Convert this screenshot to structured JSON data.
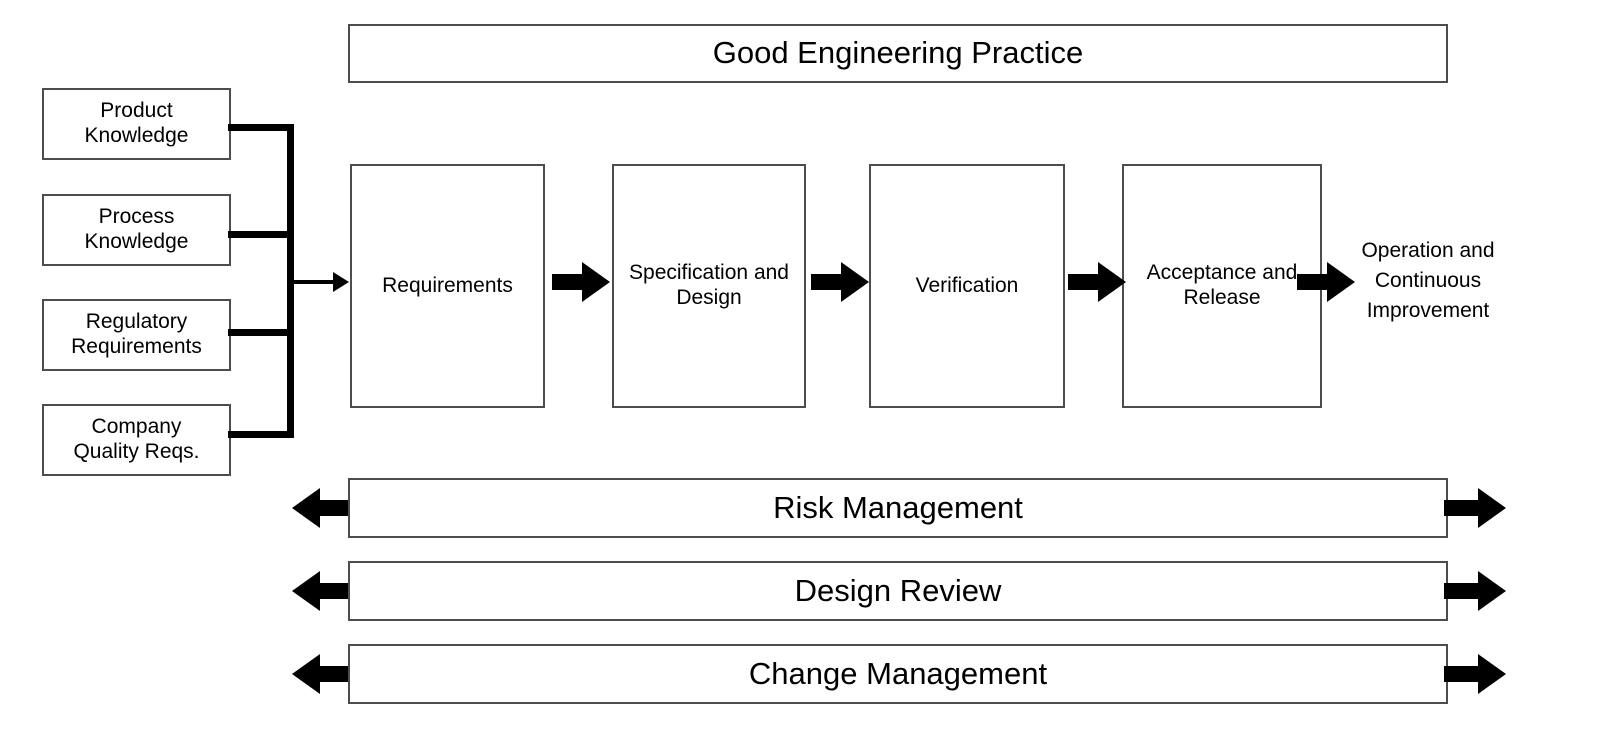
{
  "diagram": {
    "title": "Good Engineering Practice",
    "header_banner": {
      "label": "Good Engineering Practice"
    },
    "inputs": [
      {
        "line1": "Product",
        "line2": "Knowledge"
      },
      {
        "line1": "Process",
        "line2": "Knowledge"
      },
      {
        "line1": "Regulatory",
        "line2": "Requirements"
      },
      {
        "line1": "Company",
        "line2": "Quality Reqs."
      }
    ],
    "stages": [
      {
        "line1": "Requirements",
        "line2": ""
      },
      {
        "line1": "Specification",
        "line2": "and Design"
      },
      {
        "line1": "Verification",
        "line2": ""
      },
      {
        "line1": "Acceptance",
        "line2": "and Release"
      }
    ],
    "terminal": {
      "line1": "Operation and",
      "line2": "Continuous",
      "line3": "Improvement"
    },
    "bars": [
      {
        "label": "Risk Management"
      },
      {
        "label": "Design Review"
      },
      {
        "label": "Change Management"
      }
    ],
    "colors": {
      "box_border": "#4d4d4d",
      "connector": "#000000",
      "background": "#ffffff",
      "text": "#000000"
    }
  }
}
